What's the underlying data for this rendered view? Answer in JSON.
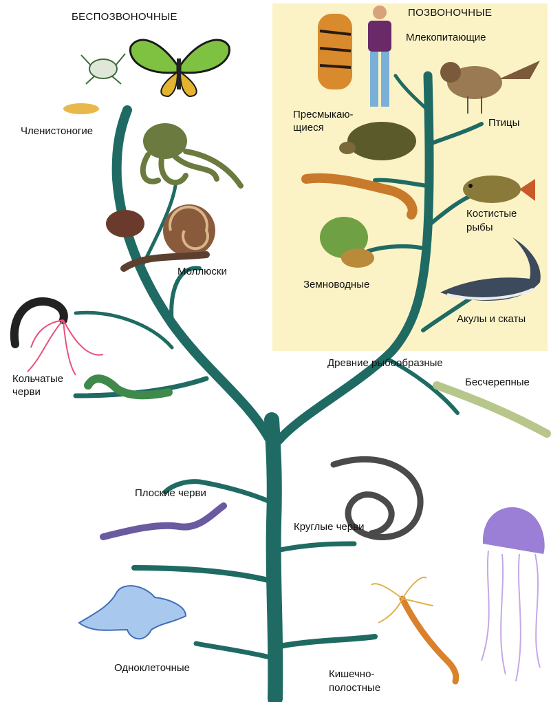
{
  "groups": {
    "invertebrates": "БЕСПОЗВОНОЧНЫЕ",
    "vertebrates": "ПОЗВОНОЧНЫЕ"
  },
  "labels": {
    "arthropods": "Членистоногие",
    "mollusks": "Моллюски",
    "annelids_1": "Кольчатые",
    "annelids_2": "черви",
    "flatworms": "Плоские черви",
    "protozoa": "Одноклеточные",
    "roundworms": "Круглые черви",
    "cnidarians_1": "Кишечно-",
    "cnidarians_2": "полостные",
    "acrania": "Бесчерепные",
    "ancient_fishlike": "Древние рыбообразные",
    "mammals": "Млекопитающие",
    "reptiles_1": "Пресмыкаю-",
    "reptiles_2": "щиеся",
    "birds": "Птицы",
    "bony_fish_1": "Костистые",
    "bony_fish_2": "рыбы",
    "amphibians": "Земноводные",
    "sharks_rays": "Акулы и скаты"
  },
  "colors": {
    "trunk": "#1f6b63",
    "trunk_dark": "#124a44",
    "vertebrate_panel": "#fbf3c6"
  }
}
